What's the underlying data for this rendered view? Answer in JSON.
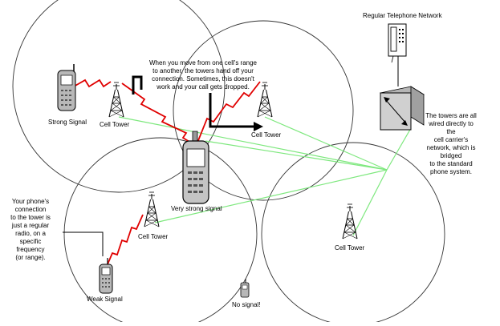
{
  "diagram": {
    "regular_network_label": "Regular Telephone Network",
    "handoff_note_lines": [
      "When you move from one cell's range",
      "to another, the towers hand off your",
      "connection. Sometimes, this doesn't",
      "work and your call gets dropped."
    ],
    "wired_note_lines": [
      "The towers are all",
      "wired directly to",
      "the",
      "cell carrier's",
      "network, which is",
      "bridged",
      "to the standard",
      "phone system."
    ],
    "phone_connection_note_lines": [
      "Your phone's",
      "connection",
      "to the tower is",
      "just a regular",
      "radio, on a",
      "specific",
      "frequency",
      "(or range)."
    ],
    "labels": {
      "strong_signal": "Strong Signal",
      "cell_tower_top_left": "Cell Tower",
      "cell_tower_top_right": "Cell Tower",
      "very_strong_signal": "Very strong signal",
      "cell_tower_bottom_left": "Cell Tower",
      "cell_tower_bottom_right": "Cell Tower",
      "weak_signal": "Weak Signal",
      "no_signal": "No signal!"
    },
    "colors": {
      "signal_bolt": "#e00000",
      "wire": "#7ee87e",
      "arrow": "#000000",
      "circle": "#333333"
    }
  }
}
